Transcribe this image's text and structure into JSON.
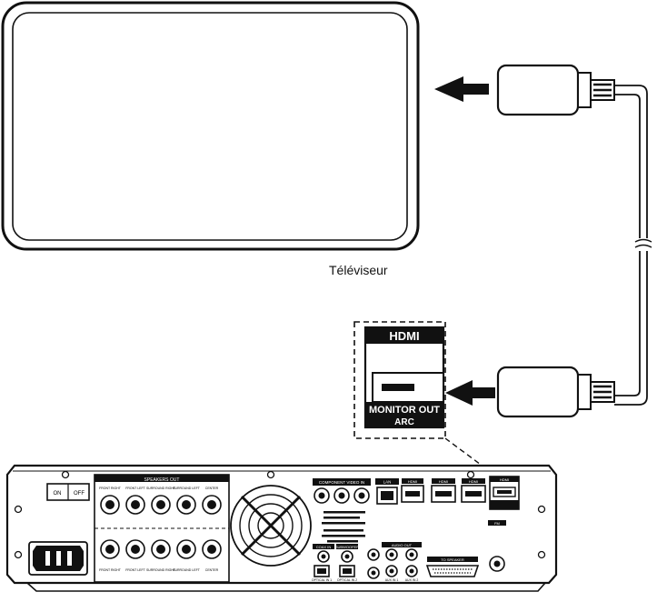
{
  "tv": {
    "caption": "Téléviseur"
  },
  "hdmi_panel": {
    "logo": "HDMI",
    "port_label": "MONITOR OUT",
    "arc_label": "ARC"
  },
  "receiver": {
    "power": {
      "on": "ON",
      "off": "OFF"
    },
    "speaker_header": "SPEAKERS OUT",
    "speaker_top_labels": [
      "FRONT RIGHT",
      "FRONT LEFT",
      "SURROUND RIGHT",
      "SURROUND LEFT",
      "CENTER"
    ],
    "speaker_bottom_labels": [
      "FRONT RIGHT",
      "FRONT LEFT",
      "SURROUND RIGHT",
      "SURROUND LEFT",
      "CENTER"
    ],
    "component_header": "COMPONENT VIDEO IN",
    "lan_label": "LAN",
    "hdmi_inputs": [
      "HDMI",
      "HDMI",
      "HDMI"
    ],
    "hdmi_output": "HDMI",
    "audio_out_header": "AUDIO OUT",
    "aux_labels": [
      "AUX IN 1",
      "AUX IN 2"
    ],
    "optical_labels": [
      "OPTICAL IN 1",
      "OPTICAL IN 2"
    ],
    "coax_label": "COAX IN",
    "subwoofer_label": "SUBWOOFER",
    "fm_label": "FM",
    "connector_label": "TO SPEAKER"
  },
  "colors": {
    "line": "#111111",
    "panel_fill": "#ffffff",
    "dark": "#1a1a1a"
  }
}
